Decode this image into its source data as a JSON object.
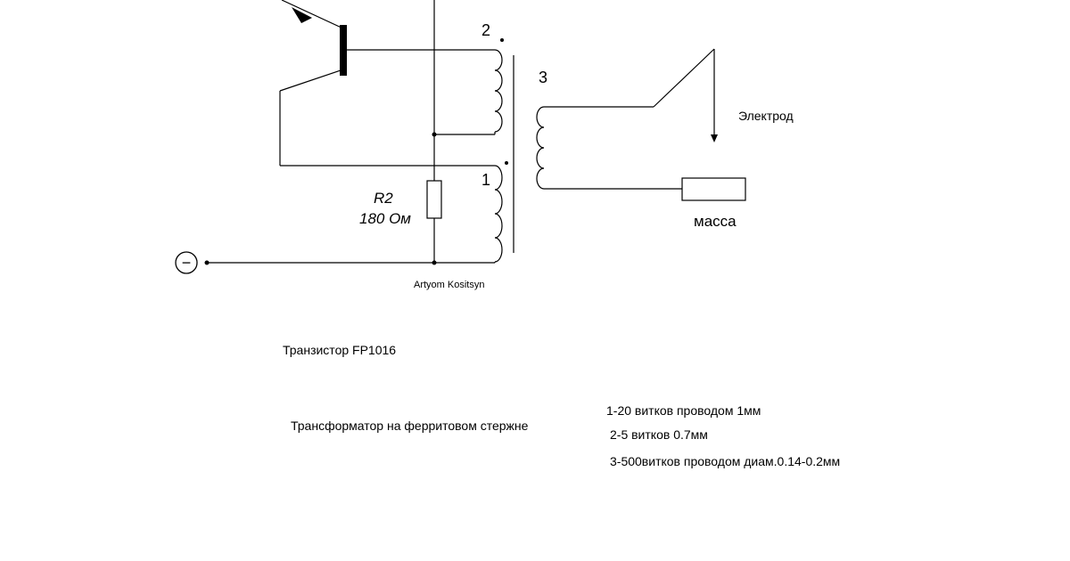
{
  "schematic": {
    "winding_labels": [
      "2",
      "3",
      "1"
    ],
    "resistor": {
      "name": "R2",
      "value": "180 Ом"
    },
    "electrode_label": "Электрод",
    "ground_label": "масса",
    "minus_terminal": "−",
    "author": "Artyom Kositsyn"
  },
  "notes": {
    "transistor": "Транзистор FP1016",
    "transformer": "Трансформатор на ферритовом стержне",
    "windings": [
      "1-20 витков проводом 1мм",
      "2-5 витков 0.7мм",
      "3-500витков проводом диам.0.14-0.2мм"
    ]
  }
}
